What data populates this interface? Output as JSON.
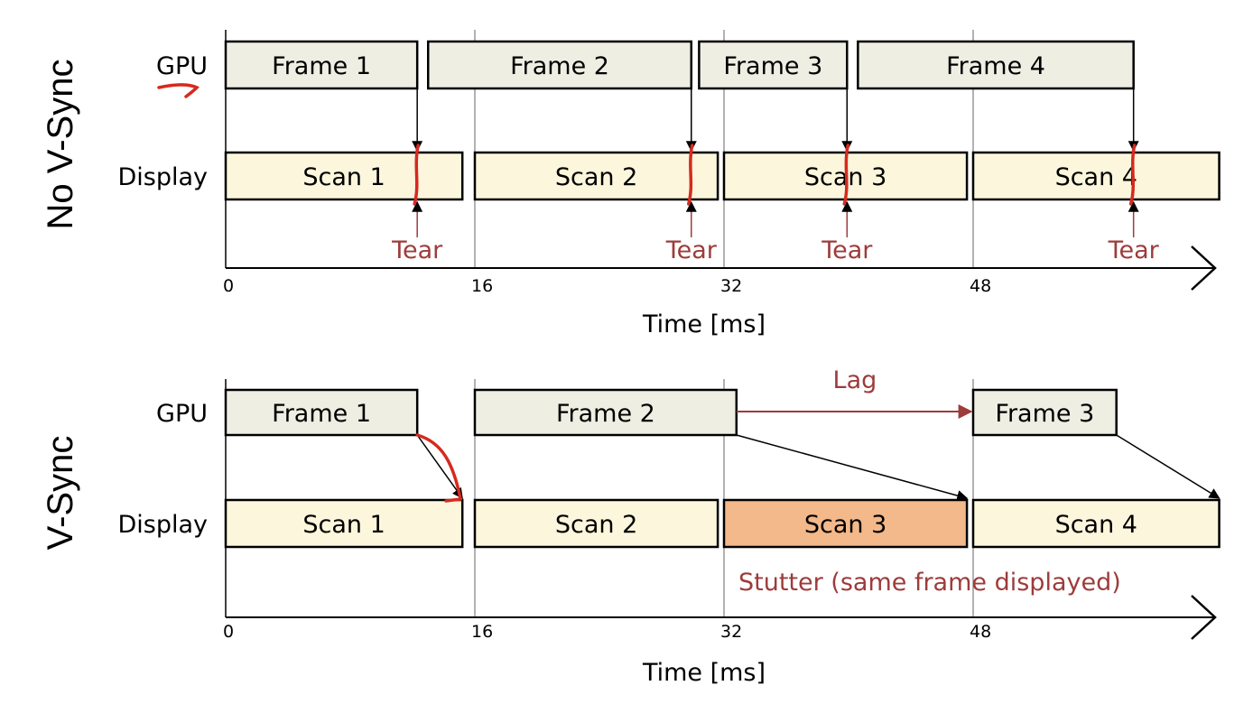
{
  "panels": [
    {
      "id": "no-vsync",
      "title": "No V-Sync",
      "rows": {
        "gpu": "GPU",
        "display": "Display"
      },
      "frames": [
        {
          "label": "Frame 1",
          "start": 0,
          "end": 12.3
        },
        {
          "label": "Frame 2",
          "start": 13.0,
          "end": 29.9
        },
        {
          "label": "Frame 3",
          "start": 30.4,
          "end": 39.9
        },
        {
          "label": "Frame 4",
          "start": 40.6,
          "end": 58.3
        }
      ],
      "scans": [
        {
          "label": "Scan 1",
          "start": 0,
          "end": 15.2,
          "highlight": false
        },
        {
          "label": "Scan 2",
          "start": 16.0,
          "end": 31.6,
          "highlight": false
        },
        {
          "label": "Scan 3",
          "start": 32.0,
          "end": 47.6,
          "highlight": false
        },
        {
          "label": "Scan 4",
          "start": 48.0,
          "end": 63.8,
          "highlight": false
        }
      ],
      "arrows": [
        {
          "from": "gpu",
          "from_t": 12.3,
          "to": "display",
          "to_t": 12.3
        },
        {
          "from": "gpu",
          "from_t": 29.9,
          "to": "display",
          "to_t": 29.9
        },
        {
          "from": "gpu",
          "from_t": 39.9,
          "to": "display",
          "to_t": 39.9
        },
        {
          "from": "gpu",
          "from_t": 58.3,
          "to": "display",
          "to_t": 58.3
        }
      ],
      "tears": [
        {
          "label": "Tear",
          "t": 12.3
        },
        {
          "label": "Tear",
          "t": 29.9
        },
        {
          "label": "Tear",
          "t": 39.9
        },
        {
          "label": "Tear",
          "t": 58.3
        }
      ],
      "axis": {
        "label": "Time [ms]",
        "ticks": [
          {
            "v": 0,
            "label": "0"
          },
          {
            "v": 16,
            "label": "16"
          },
          {
            "v": 32,
            "label": "32"
          },
          {
            "v": 48,
            "label": "48"
          }
        ],
        "max": 64
      }
    },
    {
      "id": "vsync",
      "title": "V-Sync",
      "rows": {
        "gpu": "GPU",
        "display": "Display"
      },
      "frames": [
        {
          "label": "Frame 1",
          "start": 0,
          "end": 12.3
        },
        {
          "label": "Frame 2",
          "start": 16.0,
          "end": 32.8
        },
        {
          "label": "Frame 3",
          "start": 48.0,
          "end": 57.2
        }
      ],
      "scans": [
        {
          "label": "Scan 1",
          "start": 0,
          "end": 15.2,
          "highlight": false
        },
        {
          "label": "Scan 2",
          "start": 16.0,
          "end": 31.6,
          "highlight": false
        },
        {
          "label": "Scan 3",
          "start": 32.0,
          "end": 47.6,
          "highlight": true
        },
        {
          "label": "Scan 4",
          "start": 48.0,
          "end": 63.8,
          "highlight": false
        }
      ],
      "arrows": [
        {
          "from": "gpu",
          "from_t": 12.3,
          "to": "display",
          "to_t": 15.2
        },
        {
          "from": "gpu",
          "from_t": 32.8,
          "to": "display",
          "to_t": 47.6
        },
        {
          "from": "gpu",
          "from_t": 57.2,
          "to": "display",
          "to_t": 63.8
        }
      ],
      "lag": {
        "label": "Lag",
        "from_t": 32.8,
        "to_t": 48.0
      },
      "stutter": {
        "label": "Stutter (same frame displayed)"
      },
      "axis": {
        "label": "Time [ms]",
        "ticks": [
          {
            "v": 0,
            "label": "0"
          },
          {
            "v": 16,
            "label": "16"
          },
          {
            "v": 32,
            "label": "32"
          },
          {
            "v": 48,
            "label": "48"
          }
        ],
        "max": 64
      }
    }
  ],
  "colors": {
    "frame_fill": "#efeee3",
    "scan_fill": "#fcf6dc",
    "scan_highlight": "#f3b98a",
    "annotation": "#9e3b3b",
    "pen": "#d62a1f",
    "stroke": "#000000"
  }
}
